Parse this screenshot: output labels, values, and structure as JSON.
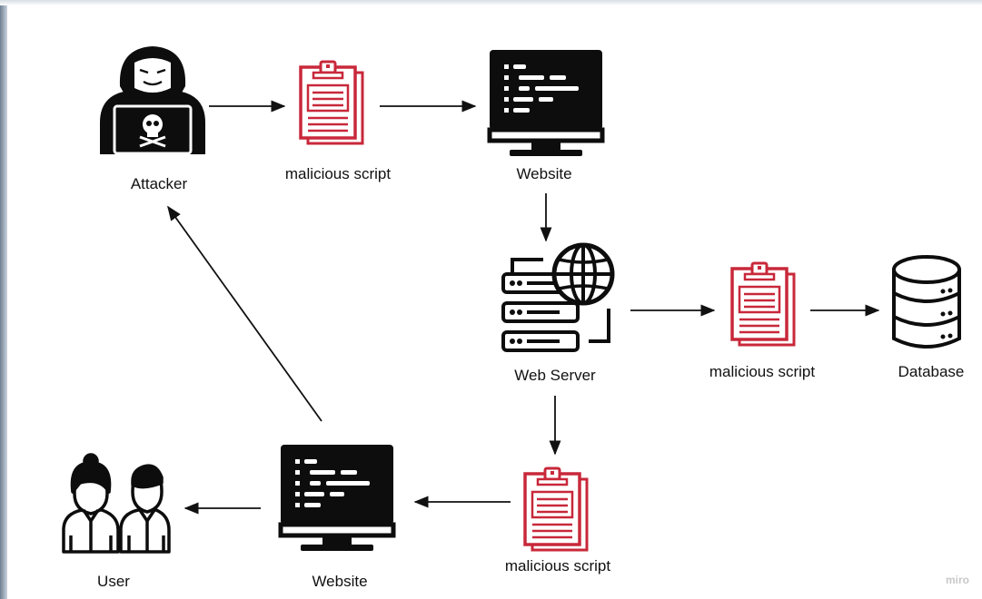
{
  "nodes": {
    "attacker": "Attacker",
    "script_top": "malicious script",
    "website_top": "Website",
    "web_server": "Web Server",
    "script_mid": "malicious script",
    "database": "Database",
    "script_bottom": "malicious script",
    "website_bottom": "Website",
    "user": "User"
  },
  "watermark": "miro",
  "colors": {
    "accent": "#c8283a",
    "ink": "#111111"
  },
  "icons": {
    "attacker": "hooded-hacker-laptop-icon",
    "script": "clipboard-document-icon",
    "website": "monitor-code-icon",
    "web_server": "server-globe-icon",
    "database": "database-stack-icon",
    "user": "users-group-icon"
  }
}
